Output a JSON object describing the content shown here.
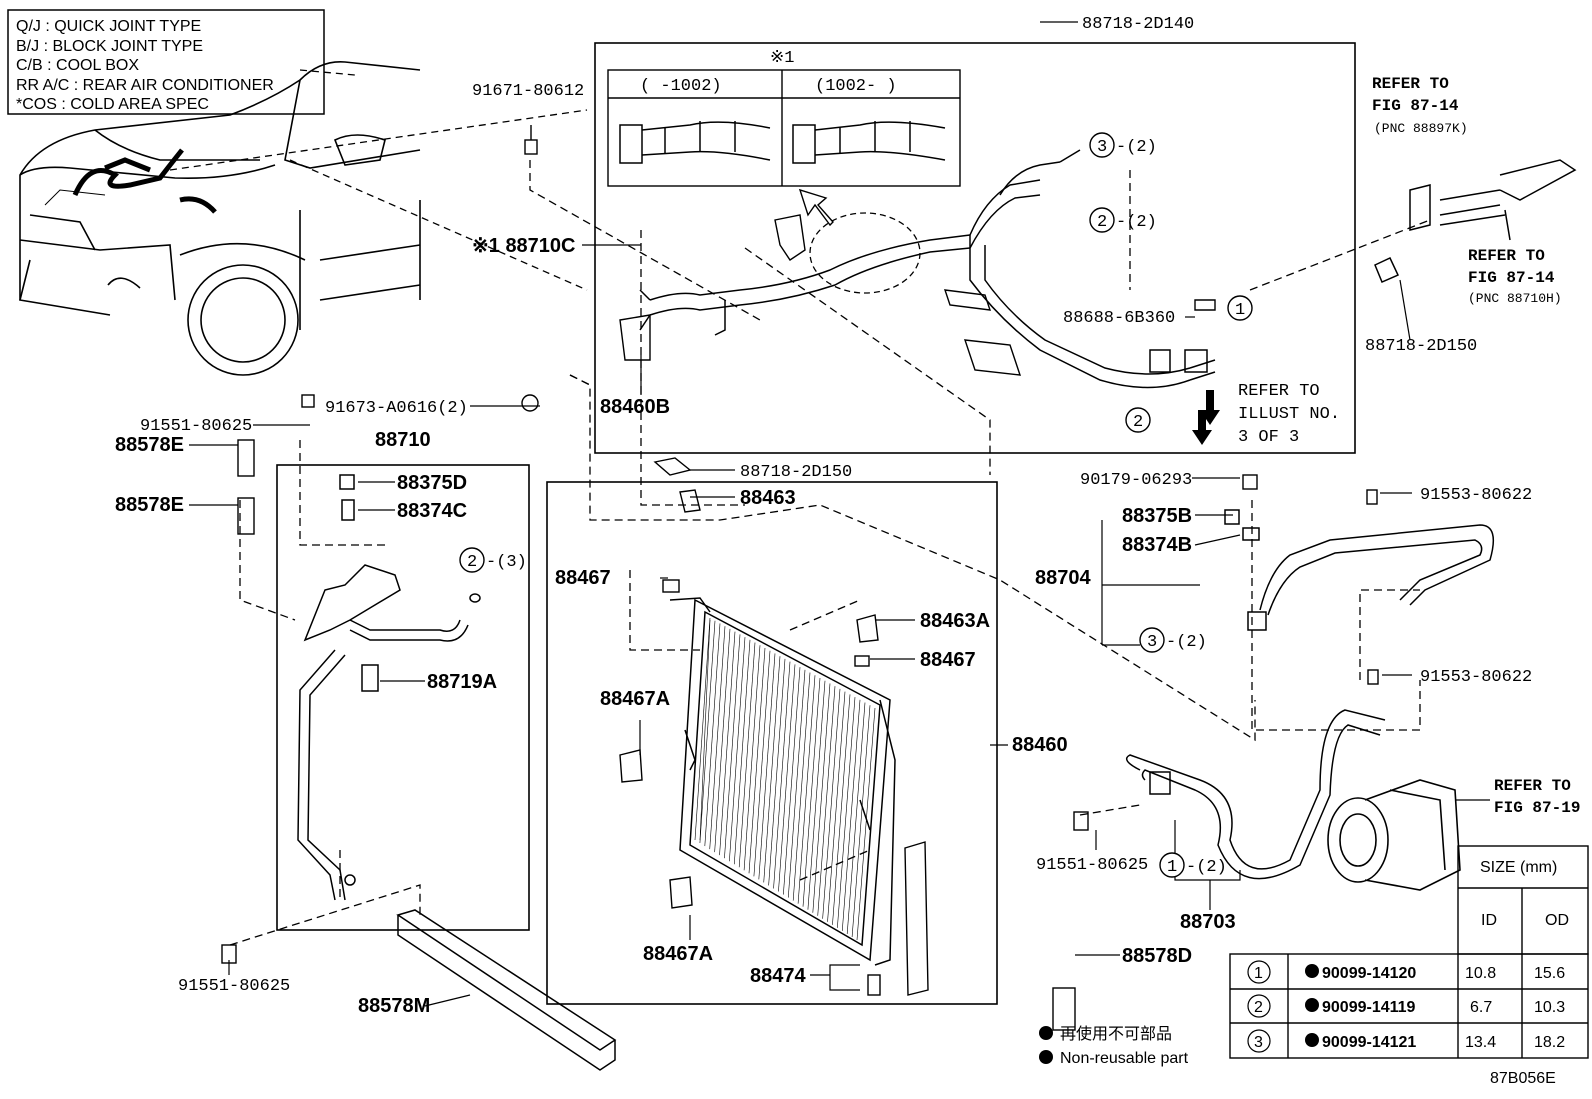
{
  "legend": [
    "Q/J  :  QUICK JOINT TYPE",
    "B/J  :  BLOCK JOINT TYPE",
    "C/B  :  COOL BOX",
    "RR A/C  :  REAR AIR CONDITIONER",
    "*COS  :  COLD AREA SPEC"
  ],
  "callouts": {
    "p88718_2D140": "88718-2D140",
    "p91671_80612": "91671-80612",
    "note1_mark": "※1",
    "note1_before": "(    -1002)",
    "note1_after": "(1002-    )",
    "p88710C": "※1 88710C",
    "p88460B": "88460B",
    "p88688_6B360": "88688-6B360",
    "p91673": "91673-A0616(2)",
    "p91551_a": "91551-80625",
    "p88578E_1": "88578E",
    "p88578E_2": "88578E",
    "p88710": "88710",
    "p88375D": "88375D",
    "p88374C": "88374C",
    "p88719A": "88719A",
    "p91551_b": "91551-80625",
    "p88578M": "88578M",
    "p88718_2D150_a": "88718-2D150",
    "p88463": "88463",
    "p88467_a": "88467",
    "p88463A": "88463A",
    "p88467_b": "88467",
    "p88467A_a": "88467A",
    "p88467A_b": "88467A",
    "p88474": "88474",
    "p88460": "88460",
    "p90179": "90179-06293",
    "p88375B": "88375B",
    "p88374B": "88374B",
    "p88704": "88704",
    "p91553_a": "91553-80622",
    "p91553_b": "91553-80622",
    "p91551_c": "91551-80625",
    "p88703": "88703",
    "p88578D": "88578D",
    "p88718_2D150_b": "88718-2D150"
  },
  "circled": {
    "c3_top": "3",
    "c3_top_qty": "-(2)",
    "c2_top": "2",
    "c2_top_qty": "-(2)",
    "c1_top": "1",
    "c2_mid": "2",
    "c2_left": "2",
    "c2_left_qty": "-(3)",
    "c3_right": "3",
    "c3_right_qty": "-(2)",
    "c1_bottom": "1",
    "c1_bottom_qty": "-(2)"
  },
  "refs": {
    "refer_illust": [
      "REFER TO",
      "ILLUST NO.",
      "3 OF 3"
    ],
    "refer_fig_a": [
      "REFER TO",
      "FIG 87-14"
    ],
    "refer_fig_a_pnc": "(PNC 88897K)",
    "refer_fig_b": [
      "REFER TO",
      "FIG 87-14"
    ],
    "refer_fig_b_pnc": "(PNC 88710H)",
    "refer_fig_c": [
      "REFER TO",
      "FIG 87-19"
    ]
  },
  "size_table": {
    "header": "SIZE (mm)",
    "col_id": "ID",
    "col_od": "OD",
    "rows": [
      {
        "ref": "1",
        "part": "90099-14120",
        "id": "10.8",
        "od": "15.6"
      },
      {
        "ref": "2",
        "part": "90099-14119",
        "id": "6.7",
        "od": "10.3"
      },
      {
        "ref": "3",
        "part": "90099-14121",
        "id": "13.4",
        "od": "18.2"
      }
    ]
  },
  "note_jp": "再使用不可部品",
  "note_en": "Non-reusable part",
  "figure_code": "87B056E"
}
